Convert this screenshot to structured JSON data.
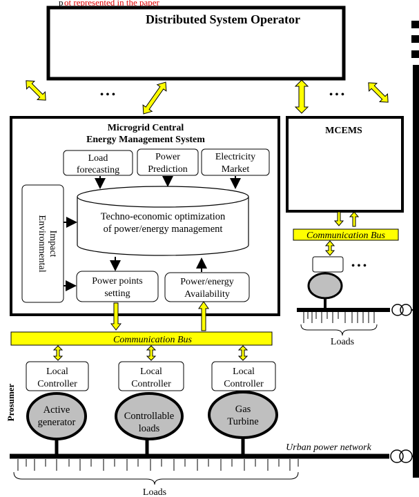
{
  "top_fragment": "p",
  "top_fragment_red": "ot represented in the paper",
  "dso": {
    "title": "Distributed System Operator"
  },
  "ellipsis": "• • •",
  "mcems_main": {
    "title_line1": "Microgrid Central",
    "title_line2": "Energy Management System",
    "load_forecasting": [
      "Load",
      "forecasting"
    ],
    "power_prediction": [
      "Power",
      "Prediction"
    ],
    "electricity_market": [
      "Electricity",
      "Market"
    ],
    "environmental_impact": [
      "Environmental",
      "Impact"
    ],
    "optimization": [
      "Techno-economic optimization",
      "of power/energy management"
    ],
    "power_points": [
      "Power points",
      "setting"
    ],
    "availability": [
      "Power/energy",
      "Availability"
    ]
  },
  "mcems_right": {
    "title": "MCEMS"
  },
  "communication_bus": "Communication Bus",
  "controllers": [
    {
      "line1": "Local",
      "line2": "Controller",
      "unit": [
        "Active",
        "generator"
      ]
    },
    {
      "line1": "Local",
      "line2": "Controller",
      "unit": [
        "Controllable",
        "loads"
      ]
    },
    {
      "line1": "Local",
      "line2": "Controller",
      "unit": [
        "Gas",
        "Turbine"
      ]
    }
  ],
  "prosumer": "Prosumer",
  "urban_network": "Urban power network",
  "loads": "Loads",
  "colors": {
    "bus": "#ffff00",
    "unit_fill": "#bfbfbf",
    "arrow_fill": "#ffff00",
    "red_text": "#e00000"
  }
}
